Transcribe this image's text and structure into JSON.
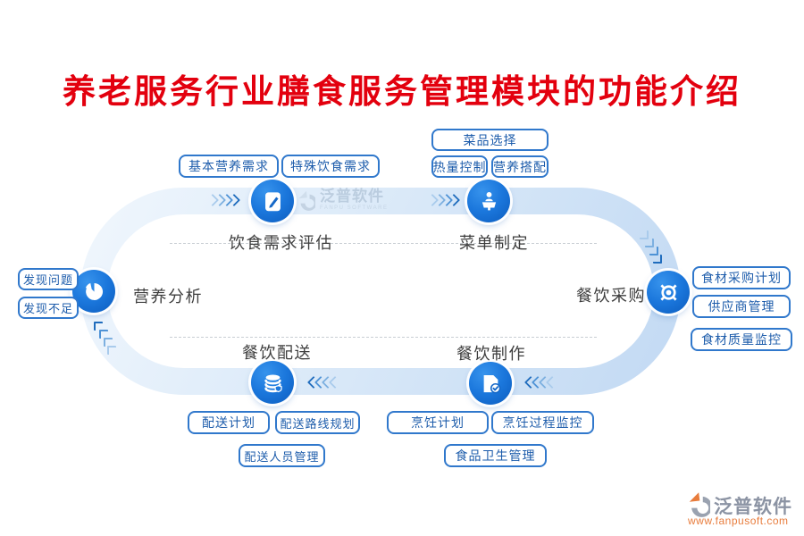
{
  "title": "养老服务行业膳食服务管理模块的功能介绍",
  "nodes": [
    {
      "label": "饮食需求评估",
      "icon": "notebook-pencil-icon",
      "tags": [
        "基本营养需求",
        "特殊饮食需求"
      ]
    },
    {
      "label": "菜单制定",
      "icon": "presenter-icon",
      "tags": [
        "菜品选择",
        "热量控制",
        "营养搭配"
      ]
    },
    {
      "label": "餐饮采购",
      "icon": "target-locate-icon",
      "tags": [
        "食材采购计划",
        "供应商管理",
        "食材质量监控"
      ]
    },
    {
      "label": "餐饮制作",
      "icon": "document-check-icon",
      "tags": [
        "烹饪计划",
        "烹饪过程监控",
        "食品卫生管理"
      ]
    },
    {
      "label": "餐饮配送",
      "icon": "coin-stack-icon",
      "tags": [
        "配送计划",
        "配送路线规划",
        "配送人员管理"
      ]
    },
    {
      "label": "营养分析",
      "icon": "pie-chart-icon",
      "tags": [
        "发现问题",
        "发现不足"
      ]
    }
  ],
  "watermark": {
    "brand": "泛普软件",
    "subtitle": "FANPU SOFTWARE"
  },
  "footer": {
    "brand": "泛普软件",
    "url": "www.fanpusoft.com"
  },
  "colors": {
    "title_red": "#e3000e",
    "node_blue": "#1b77dc",
    "pill_border": "#3078cc",
    "pill_text": "#1d5cab",
    "track_light": "#f1f7fd",
    "track_dark": "#c2d9f3",
    "label_text": "#3d3d3d",
    "brand_gray": "#8b93a3",
    "url_orange": "#e87c3c"
  }
}
